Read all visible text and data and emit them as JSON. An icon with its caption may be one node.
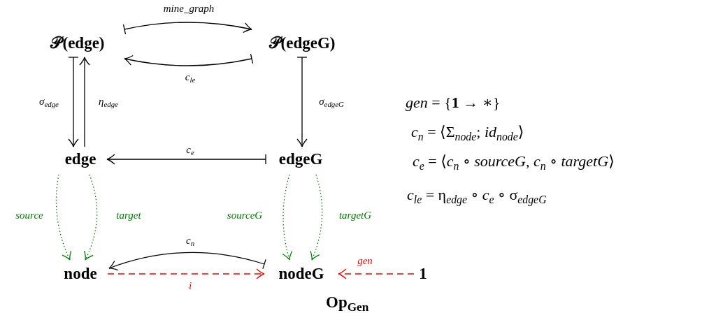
{
  "diagram": {
    "nodes": [
      {
        "text": [
          "𝒫(**edge**)"
        ]
      },
      {
        "text": [
          "𝒫(**edgeG**)"
        ]
      },
      {
        "text": [
          "edge"
        ]
      },
      {
        "text": [
          "edgeG"
        ]
      },
      {
        "text": [
          "node"
        ]
      },
      {
        "text": [
          "nodeG"
        ]
      },
      {
        "text": [
          "1"
        ]
      }
    ],
    "edges": [
      {
        "from": 0,
        "to": 1,
        "arrow": "to",
        "label": "mine_graph"
      },
      {
        "from": 1,
        "to": 0,
        "arrow": "to",
        "label": "c$_{le}$"
      },
      {
        "from": 0,
        "to": 2,
        "arrow": "to",
        "label": "σ$_{edge}$"
      },
      {
        "from": 2,
        "to": 0,
        "arrow": "to",
        "label": "η$_{edge}$"
      },
      {
        "from": 1,
        "to": 3,
        "arrow": "to",
        "label": "σ$_{edgeG}$"
      },
      {
        "from": 3,
        "to": 2,
        "arrow": "to",
        "label": "c$_{e}$"
      },
      {
        "from": 2,
        "to": 4,
        "arrow": "to",
        "label": "source",
        "style": "dashed",
        "color": "#008000"
      },
      {
        "from": 2,
        "to": 4,
        "arrow": "to",
        "label": "target",
        "style": "dashed",
        "color": "#008000"
      },
      {
        "from": 3,
        "to": 5,
        "arrow": "to",
        "label": "sourceG",
        "style": "dashed",
        "color": "#008000"
      },
      {
        "from": 3,
        "to": 5,
        "arrow": "to",
        "label": "targetG",
        "style": "dashed",
        "color": "#008000"
      },
      {
        "from": 5,
        "to": 4,
        "arrow": "to",
        "label": "c$_{n}$"
      },
      {
        "from": 4,
        "to": 5,
        "arrow": "to",
        "label": "i",
        "style": "dashed",
        "color": "#ff0000"
      },
      {
        "from": 6,
        "to": 5,
        "arrow": "to",
        "label": "gen",
        "style": "dashed",
        "color": "#ff0000"
      }
    ],
    "labels": [
      "*gen* = {**1** → ∗}",
      "*c*$_{n}$ = ⟨Σ$_{node}$; *id*$_{node}$⟩",
      "*c*$_{e}$ = ⟨*c*$_{n}$ ∘ *sourceG*, *c*$_{n}$ ∘ *targetG*⟩",
      "*c*$_{le}$ = η$_{edge}$ ∘ *c*$_{e}$ ∘ σ$_{edgeG}$",
      "Op$_{Gen}$"
    ]
  }
}
